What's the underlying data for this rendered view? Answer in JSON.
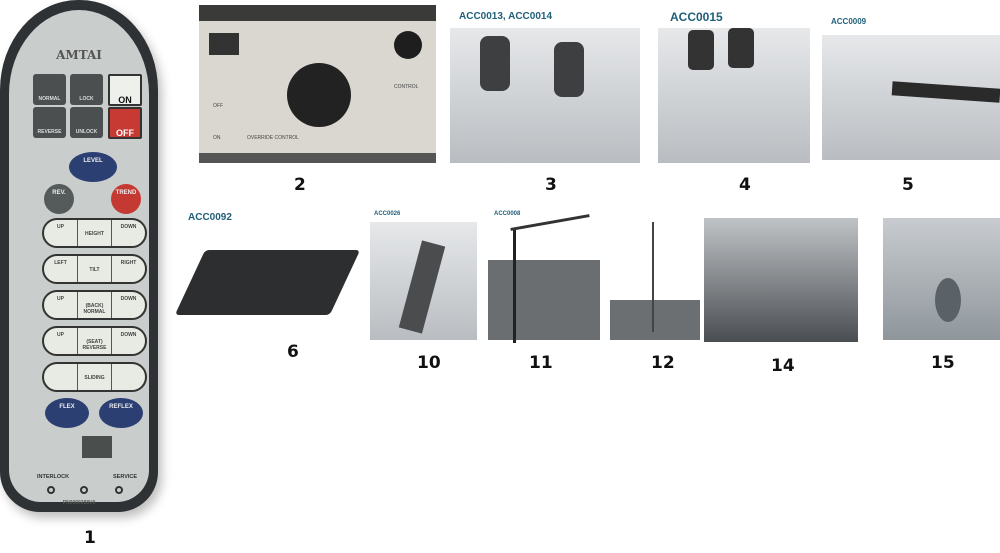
{
  "remote": {
    "brand": "AMTAI",
    "normal": "NORMAL",
    "lock": "LOCK",
    "on": "ON",
    "reverse": "REVERSE",
    "unlock": "UNLOCK",
    "off": "OFF",
    "level": "LEVEL",
    "rev": "REV.",
    "trend": "TREND",
    "rows": [
      {
        "left": "UP",
        "mid": "HEIGHT",
        "right": "DOWN"
      },
      {
        "left": "LEFT",
        "mid": "TILT",
        "right": "RIGHT"
      },
      {
        "left": "UP",
        "mid": "(BACK) NORMAL",
        "right": "DOWN"
      },
      {
        "left": "UP",
        "mid": "(SEAT) REVERSE",
        "right": "DOWN"
      },
      {
        "left": "",
        "mid": "SLIDING",
        "right": ""
      }
    ],
    "flex": "FLEX",
    "reflex": "REFLEX",
    "interlock": "INTERLOCK",
    "service": "SERVICE",
    "part_no": "PN0000288V0"
  },
  "panel": {
    "off": "OFF",
    "on": "ON",
    "override": "OVERRIDE CONTROL",
    "control": "CONTROL"
  },
  "items": [
    {
      "number": "1"
    },
    {
      "number": "2"
    },
    {
      "number": "3",
      "code": "ACC0013, ACC0014"
    },
    {
      "number": "4",
      "code": "ACC0015"
    },
    {
      "number": "5",
      "code": "ACC0009"
    },
    {
      "number": "6",
      "code": "ACC0092"
    },
    {
      "number": "10",
      "code": "ACC0026"
    },
    {
      "number": "11",
      "code": "ACC0008"
    },
    {
      "number": "12"
    },
    {
      "number": "14"
    },
    {
      "number": "15"
    }
  ]
}
